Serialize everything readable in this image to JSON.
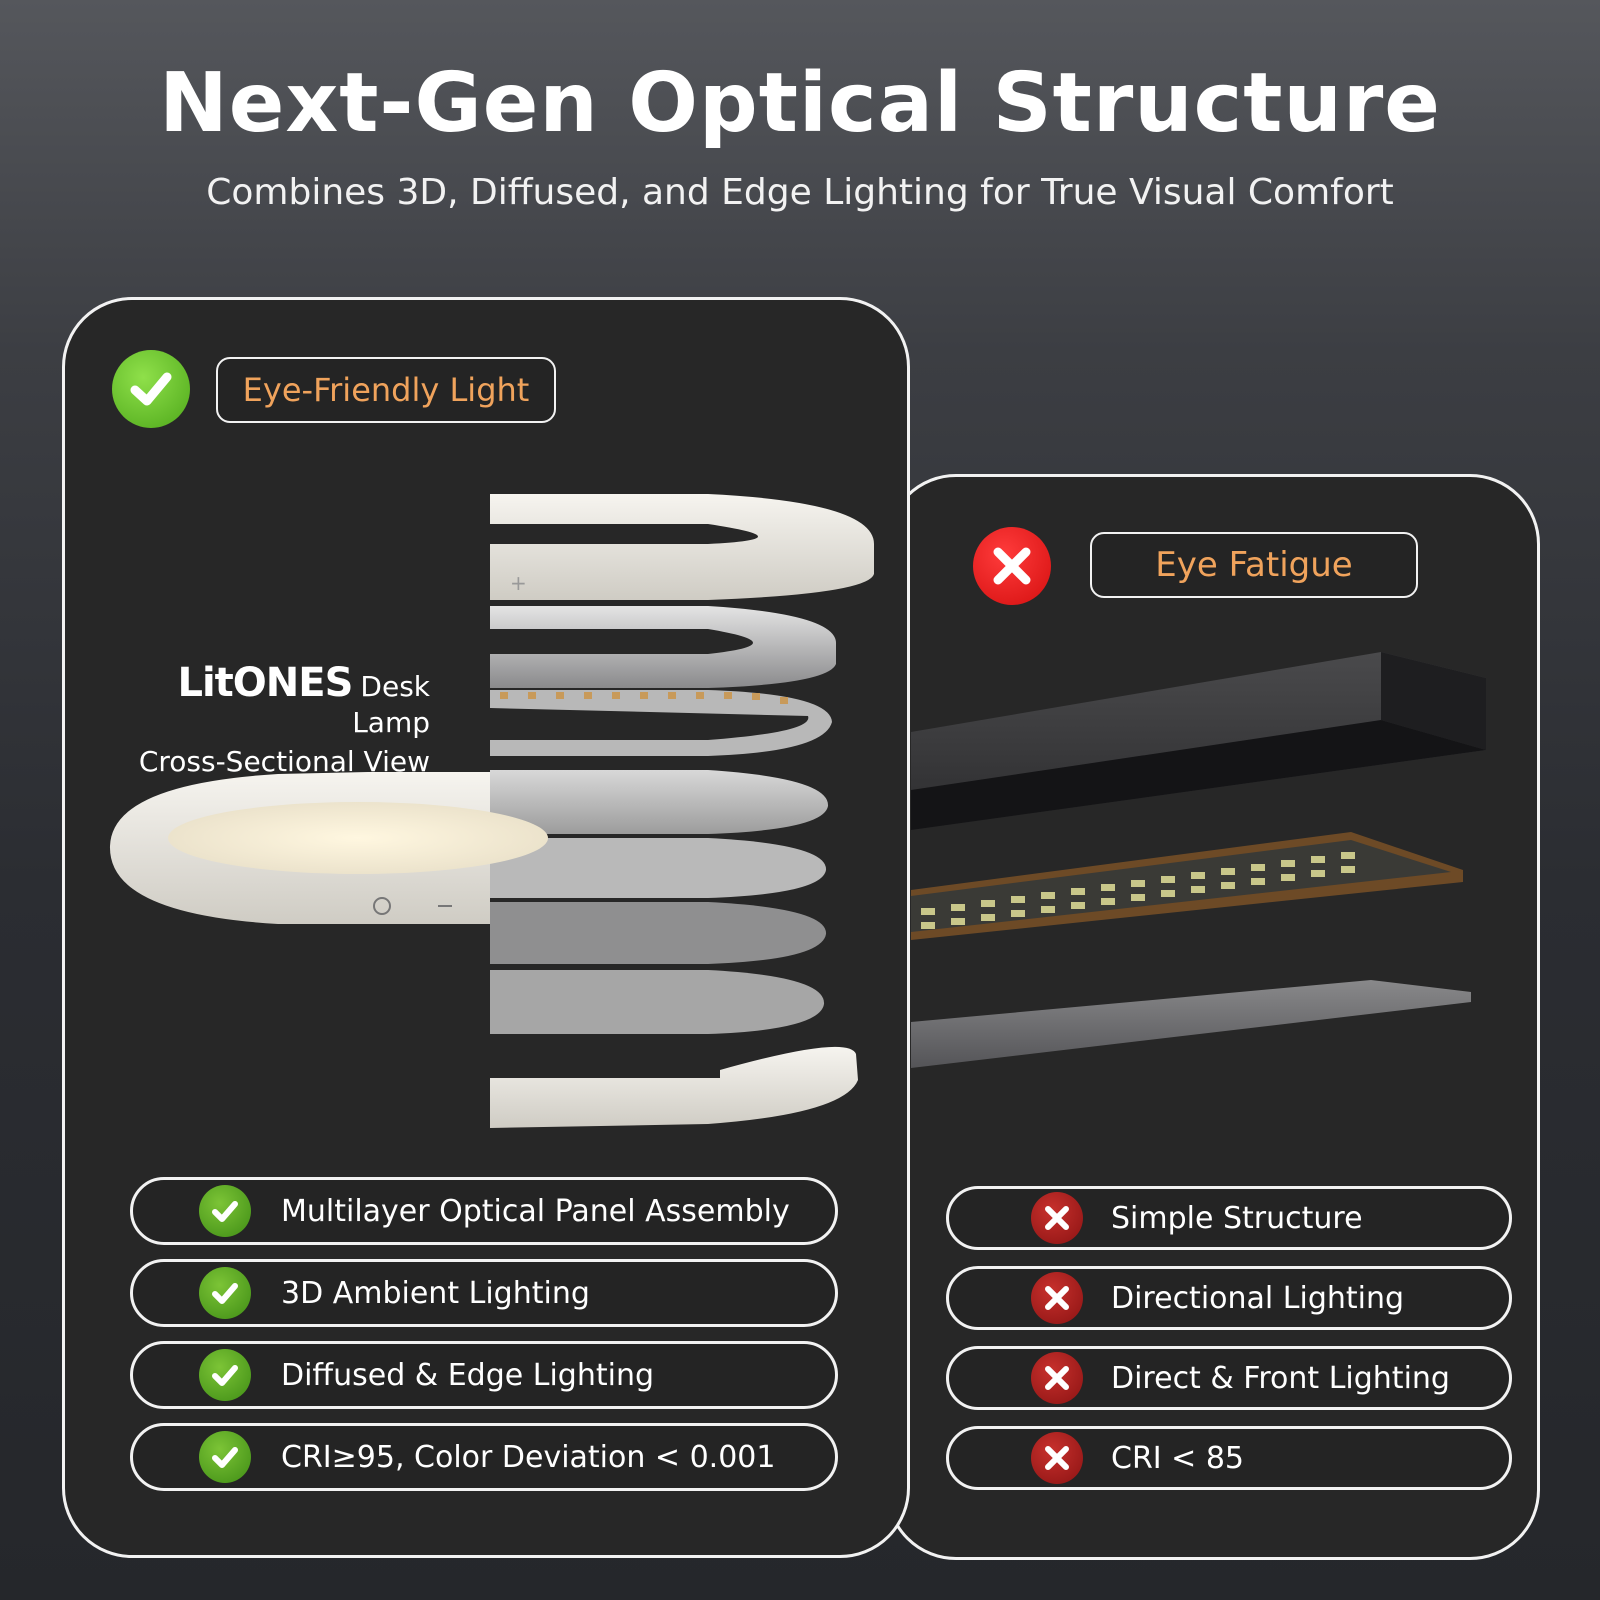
{
  "header": {
    "title": "Next-Gen Optical Structure",
    "subtitle": "Combines 3D, Diffused, and Edge Lighting for True Visual Comfort"
  },
  "good": {
    "label": "Eye-Friendly Light",
    "brand_logo": "LitONES",
    "brand_product": "Desk Lamp",
    "brand_view": "Cross-Sectional View",
    "features": [
      "Multilayer Optical Panel Assembly",
      "3D Ambient Lighting",
      "Diffused & Edge Lighting",
      "CRI≥95, Color Deviation < 0.001"
    ]
  },
  "bad": {
    "label": "Eye Fatigue",
    "features": [
      "Simple Structure",
      "Directional Lighting",
      "Direct & Front Lighting",
      "CRI < 85"
    ]
  },
  "colors": {
    "accent_orange": "#f0a35c",
    "good_green": "#5cb82a",
    "bad_red": "#e01818",
    "panel_bg": "#272727"
  },
  "icons": {
    "good": "check-circle-icon",
    "bad": "x-circle-icon"
  }
}
